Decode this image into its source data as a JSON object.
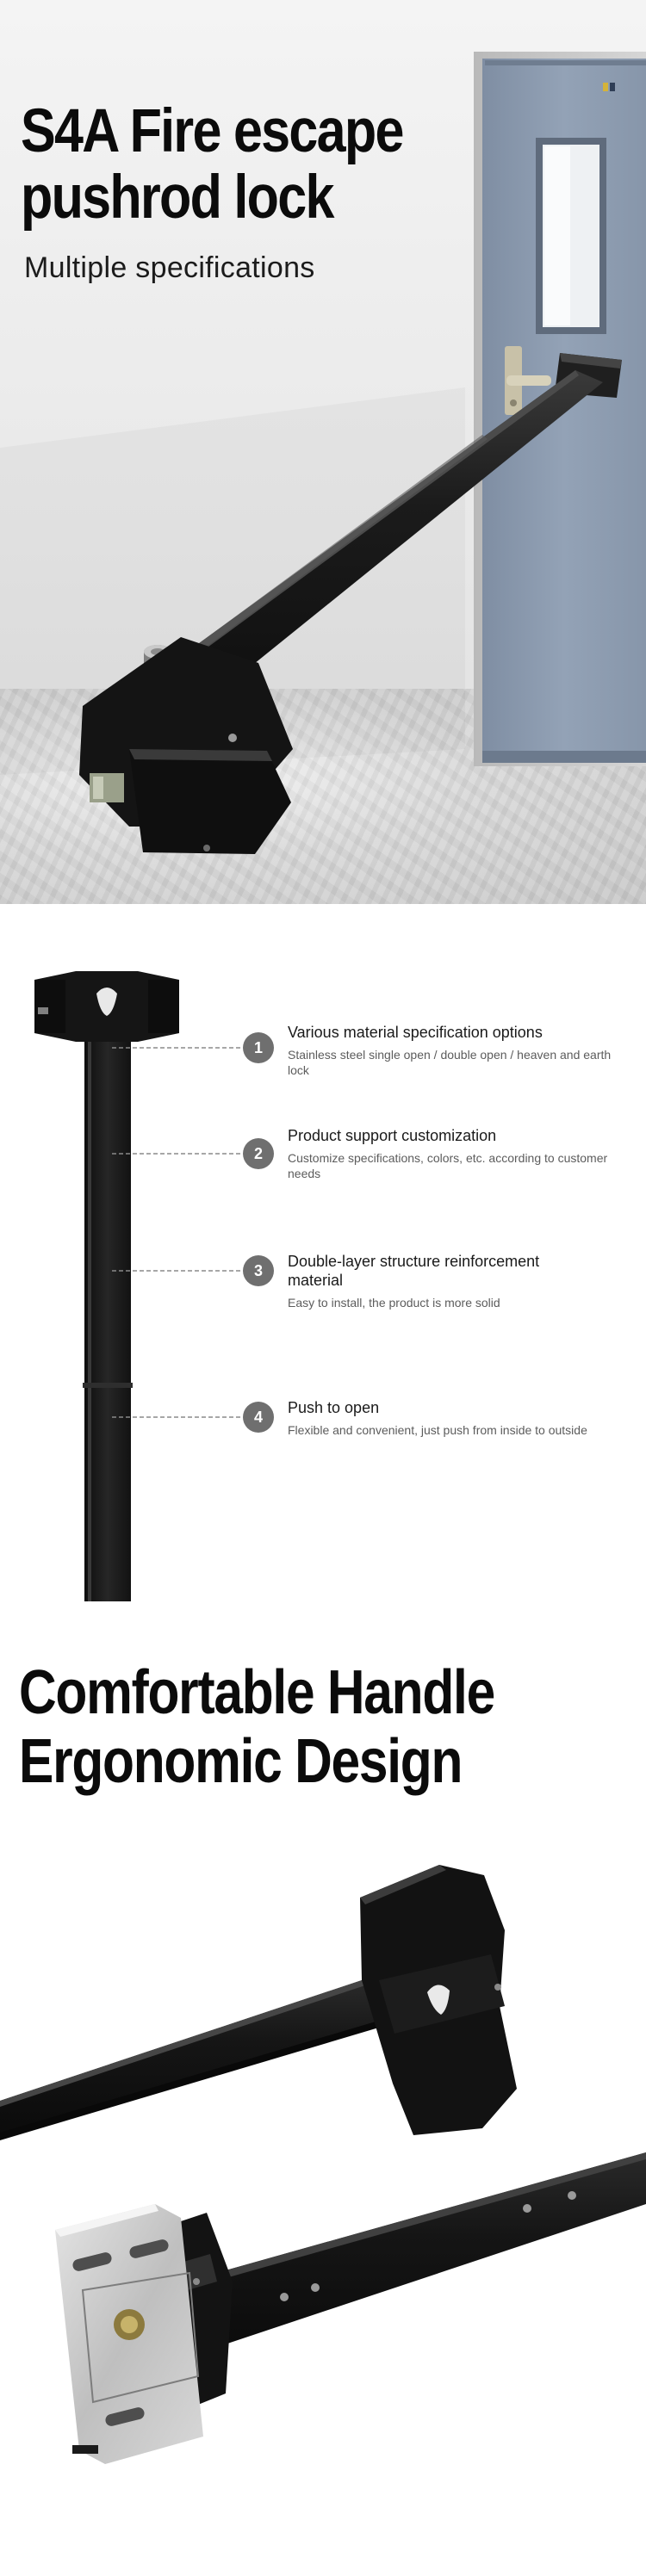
{
  "hero": {
    "title_line1": "S4A Fire escape",
    "title_line2": "pushrod lock",
    "subtitle": "Multiple specifications"
  },
  "features": [
    {
      "number": "1",
      "title": "Various material specification options",
      "description": "Stainless steel single open / double open / heaven and earth lock"
    },
    {
      "number": "2",
      "title": "Product support customization",
      "description": "Customize specifications, colors, etc. according to customer needs"
    },
    {
      "number": "3",
      "title": "Double-layer structure reinforcement material",
      "description": "Easy to install, the product is more solid"
    },
    {
      "number": "4",
      "title": "Push to open",
      "description": "Flexible and convenient, just push from inside to outside"
    }
  ],
  "handle_section": {
    "title_line1": "Comfortable Handle",
    "title_line2": "Ergonomic Design"
  },
  "colors": {
    "product_black": "#161616",
    "door_blue": "#8d9cb0",
    "badge_gray": "#6f6f6f",
    "text_dark": "#0b0b0b"
  }
}
